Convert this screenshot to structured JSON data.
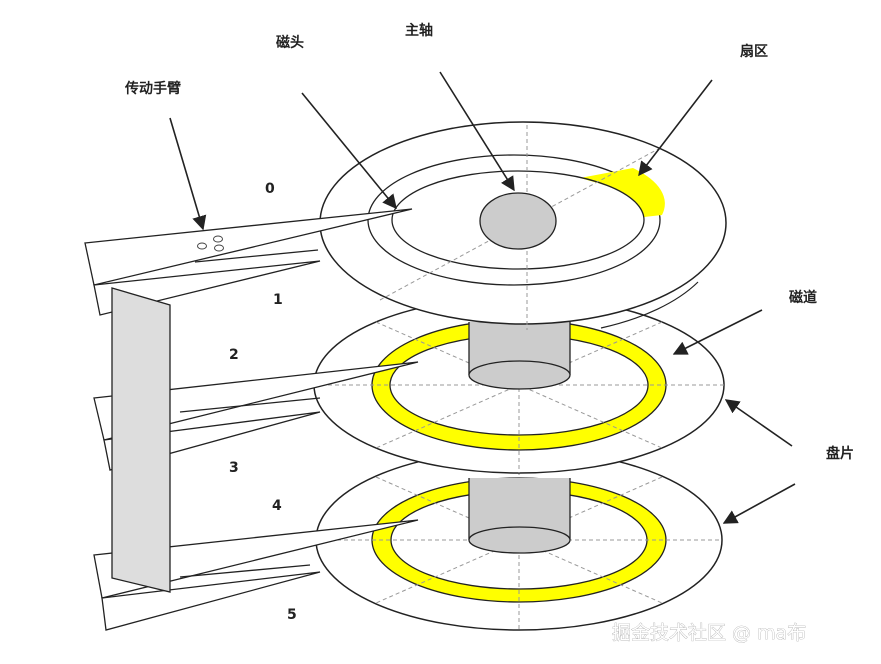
{
  "labels": {
    "head": "磁头",
    "spindle": "主轴",
    "sector": "扇区",
    "actuator_arm": "传动手臂",
    "track": "磁道",
    "platter": "盘片"
  },
  "surface_numbers": [
    "0",
    "1",
    "2",
    "3",
    "4",
    "5"
  ],
  "watermark": "掘金技术社区 @ ma布",
  "colors": {
    "highlight": "#ffff00",
    "spindle": "#cccccc",
    "arm_column": "#dddddd",
    "outline": "#222222",
    "guide_lines": "#999999"
  }
}
